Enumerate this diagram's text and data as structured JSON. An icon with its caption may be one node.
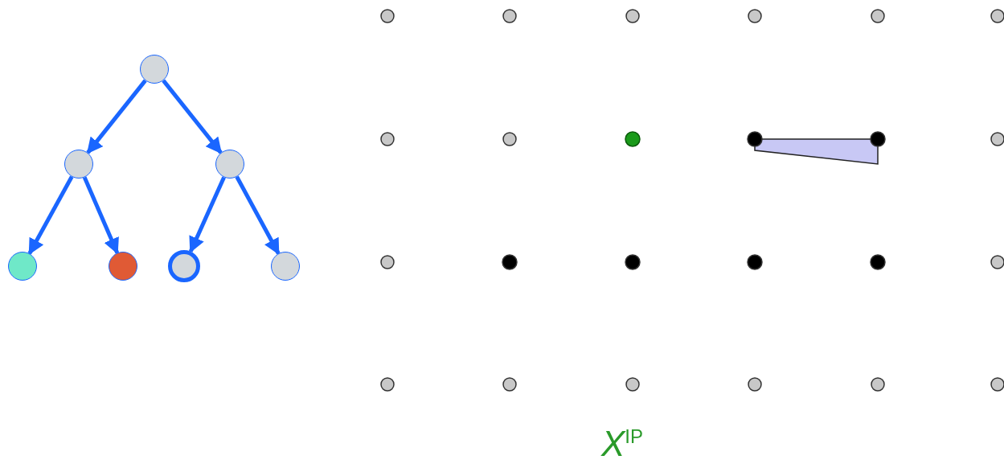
{
  "diagram": {
    "nodes": [
      {
        "text": [],
        "shape": "circle"
      },
      {
        "text": [],
        "shape": "circle"
      },
      {
        "text": [],
        "shape": "circle"
      },
      {
        "text": [],
        "shape": "circle"
      },
      {
        "text": [],
        "shape": "circle"
      },
      {
        "text": [],
        "shape": "circle"
      },
      {
        "text": [],
        "shape": "circle"
      }
    ],
    "edges": [
      {
        "from": 0,
        "to": 1,
        "arrow": "to"
      },
      {
        "from": 0,
        "to": 2,
        "arrow": "to"
      },
      {
        "from": 1,
        "to": 3,
        "arrow": "to"
      },
      {
        "from": 1,
        "to": 4,
        "arrow": "to"
      },
      {
        "from": 2,
        "to": 5,
        "arrow": "to"
      },
      {
        "from": 2,
        "to": 6,
        "arrow": "to"
      }
    ],
    "labels": [
      "*X*$^{IP}$"
    ]
  }
}
